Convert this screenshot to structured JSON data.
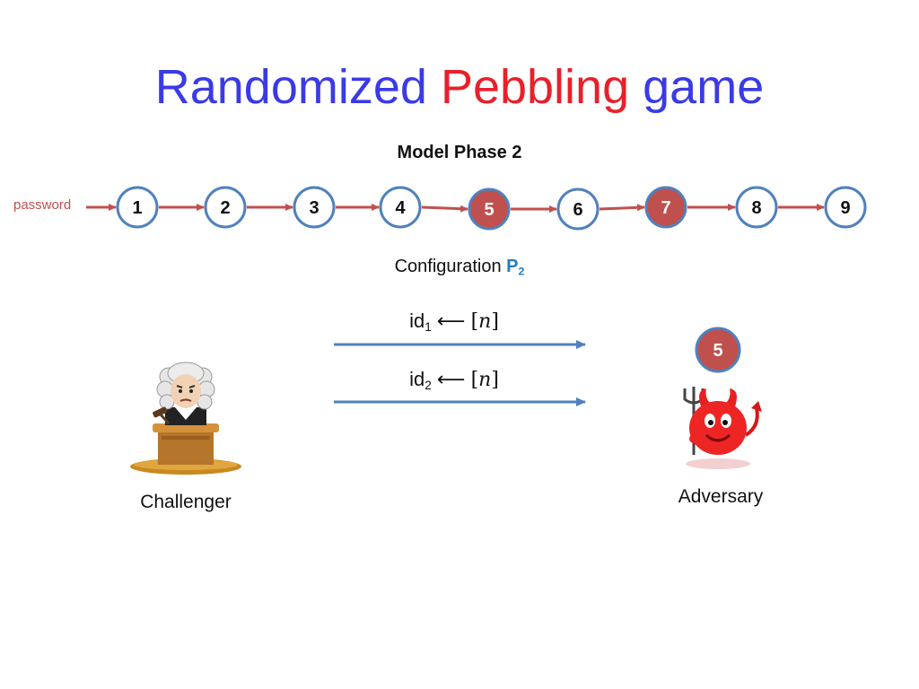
{
  "title": {
    "part1": "Randomized",
    "part2": "Pebbling",
    "part3": "game"
  },
  "subtitle": "Model Phase 2",
  "input_label": "password",
  "nodes": [
    {
      "label": "1",
      "pebbled": false
    },
    {
      "label": "2",
      "pebbled": false
    },
    {
      "label": "3",
      "pebbled": false
    },
    {
      "label": "4",
      "pebbled": false
    },
    {
      "label": "5",
      "pebbled": true
    },
    {
      "label": "6",
      "pebbled": false
    },
    {
      "label": "7",
      "pebbled": true
    },
    {
      "label": "8",
      "pebbled": false
    },
    {
      "label": "9",
      "pebbled": false
    }
  ],
  "configuration": {
    "label": "Configuration",
    "symbol": "P",
    "subscript": "2"
  },
  "messages": [
    {
      "id": "id",
      "sub": "1",
      "arrow": "⟵",
      "open": "[",
      "var": "n",
      "close": "]"
    },
    {
      "id": "id",
      "sub": "2",
      "arrow": "⟵",
      "open": "[",
      "var": "n",
      "close": "]"
    }
  ],
  "adversary_pebble": "5",
  "roles": {
    "challenger": "Challenger",
    "adversary": "Adversary"
  },
  "colors": {
    "title_blue": "#3a3ae6",
    "title_red": "#e8202a",
    "node_stroke": "#4f81bd",
    "pebble_fill": "#c0504d",
    "chain_arrow": "#c0504d",
    "message_arrow": "#4f81bd",
    "config_symbol": "#1f7fbf"
  }
}
